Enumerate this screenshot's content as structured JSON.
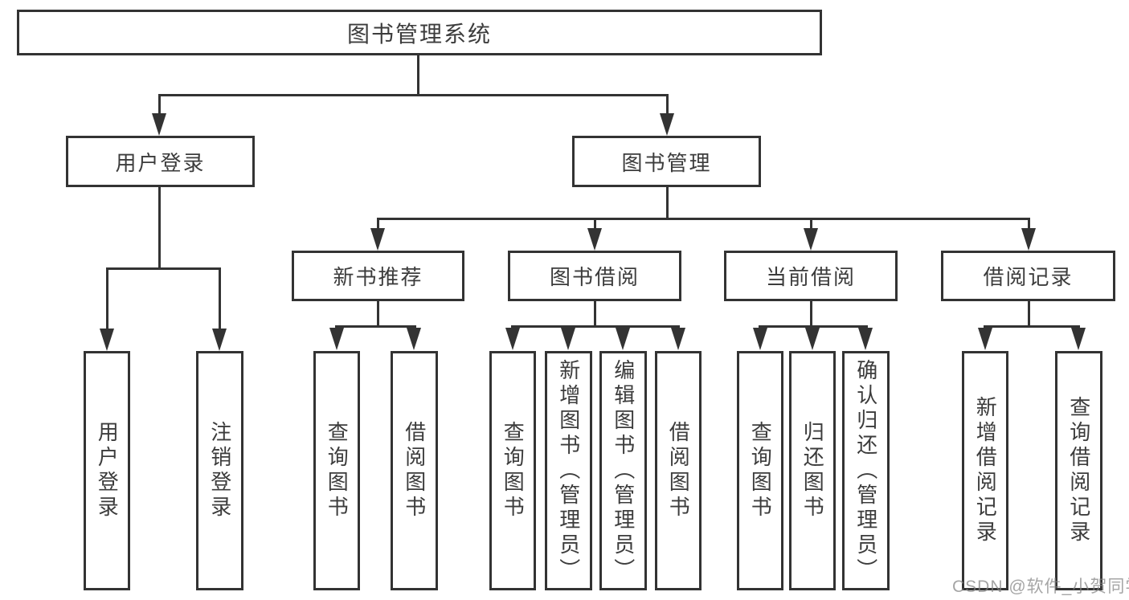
{
  "diagram": {
    "colors": {
      "line": "#333333",
      "text": "#3c3c3c",
      "background": "#ffffff",
      "watermark": "#828282"
    },
    "root": {
      "label": "图书管理系统"
    },
    "level2": [
      {
        "label": "用户登录"
      },
      {
        "label": "图书管理"
      }
    ],
    "level3": [
      {
        "label": "新书推荐"
      },
      {
        "label": "图书借阅"
      },
      {
        "label": "当前借阅"
      },
      {
        "label": "借阅记录"
      }
    ],
    "leaves": {
      "user_login": [
        "用户登录",
        "注销登录"
      ],
      "new_book": [
        "查询图书",
        "借阅图书"
      ],
      "borrow": [
        "查询图书",
        "新增图书（管理员）",
        "编辑图书（管理员）",
        "借阅图书"
      ],
      "current": [
        "查询图书",
        "归还图书",
        "确认归还（管理员）"
      ],
      "records": [
        "新增借阅记录",
        "查询借阅记录"
      ]
    },
    "watermark": "CSDN @软件_小贺同学"
  }
}
